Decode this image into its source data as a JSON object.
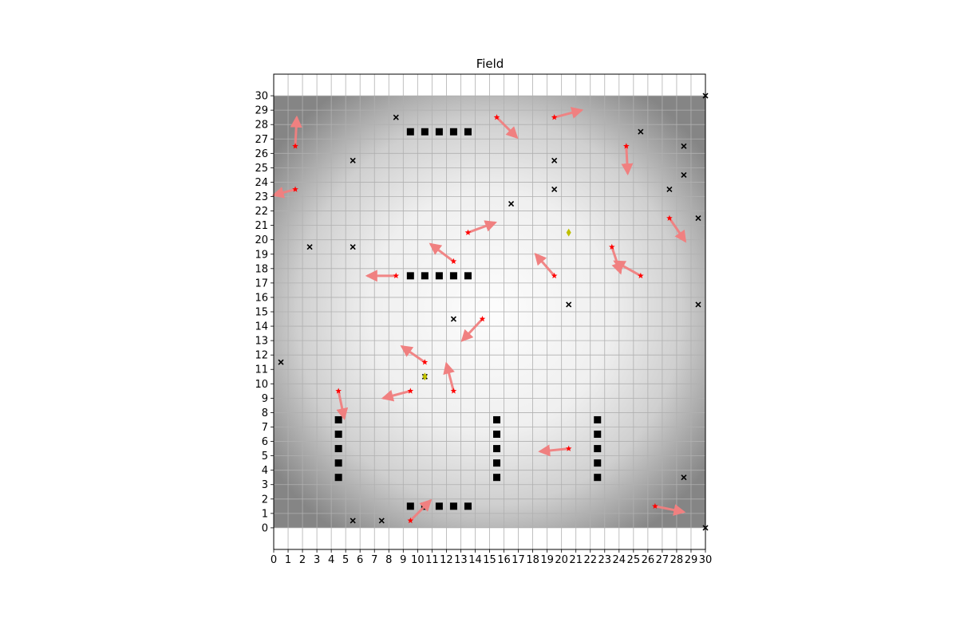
{
  "chart_data": {
    "type": "scatter",
    "title": "Field",
    "xlabel": "",
    "ylabel": "",
    "xlim": [
      0,
      30
    ],
    "ylim": [
      -1.5,
      31.5
    ],
    "xticks": [
      0,
      1,
      2,
      3,
      4,
      5,
      6,
      7,
      8,
      9,
      10,
      11,
      12,
      13,
      14,
      15,
      16,
      17,
      18,
      19,
      20,
      21,
      22,
      23,
      24,
      25,
      26,
      27,
      28,
      29,
      30
    ],
    "yticks": [
      0,
      1,
      2,
      3,
      4,
      5,
      6,
      7,
      8,
      9,
      10,
      11,
      12,
      13,
      14,
      15,
      16,
      17,
      18,
      19,
      20,
      21,
      22,
      23,
      24,
      25,
      26,
      27,
      28,
      29,
      30
    ],
    "grid": true,
    "colors": {
      "grid": "#b0b0b0",
      "obstacle": "#000000",
      "agent": "#ff0000",
      "arrow": "#f08080",
      "target": "#000000",
      "goal": "#bfbf00"
    },
    "field_shading": "grayscale, light centre and dark edges",
    "obstacles": [
      [
        9.5,
        27.5
      ],
      [
        10.5,
        27.5
      ],
      [
        11.5,
        27.5
      ],
      [
        12.5,
        27.5
      ],
      [
        13.5,
        27.5
      ],
      [
        9.5,
        17.5
      ],
      [
        10.5,
        17.5
      ],
      [
        11.5,
        17.5
      ],
      [
        12.5,
        17.5
      ],
      [
        13.5,
        17.5
      ],
      [
        9.5,
        1.5
      ],
      [
        10.5,
        1.5
      ],
      [
        11.5,
        1.5
      ],
      [
        12.5,
        1.5
      ],
      [
        13.5,
        1.5
      ],
      [
        4.5,
        7.5
      ],
      [
        4.5,
        6.5
      ],
      [
        4.5,
        5.5
      ],
      [
        4.5,
        4.5
      ],
      [
        4.5,
        3.5
      ],
      [
        15.5,
        7.5
      ],
      [
        15.5,
        6.5
      ],
      [
        15.5,
        5.5
      ],
      [
        15.5,
        4.5
      ],
      [
        15.5,
        3.5
      ],
      [
        22.5,
        7.5
      ],
      [
        22.5,
        6.5
      ],
      [
        22.5,
        5.5
      ],
      [
        22.5,
        4.5
      ],
      [
        22.5,
        3.5
      ]
    ],
    "targets": [
      [
        8.5,
        28.5
      ],
      [
        5.5,
        25.5
      ],
      [
        2.5,
        19.5
      ],
      [
        5.5,
        19.5
      ],
      [
        0.5,
        11.5
      ],
      [
        5.5,
        0.5
      ],
      [
        7.5,
        0.5
      ],
      [
        12.5,
        14.5
      ],
      [
        10.5,
        10.5
      ],
      [
        16.5,
        22.5
      ],
      [
        19.5,
        25.5
      ],
      [
        19.5,
        23.5
      ],
      [
        20.5,
        15.5
      ],
      [
        25.5,
        27.5
      ],
      [
        28.5,
        26.5
      ],
      [
        28.5,
        24.5
      ],
      [
        27.5,
        23.5
      ],
      [
        29.5,
        21.5
      ],
      [
        29.5,
        15.5
      ],
      [
        28.5,
        3.5
      ],
      [
        30,
        30
      ],
      [
        30,
        0
      ]
    ],
    "goals": [
      [
        20.5,
        20.5
      ],
      [
        10.5,
        10.5
      ]
    ],
    "agents": [
      {
        "x": 1.5,
        "y": 26.5,
        "dx": 0.1,
        "dy": 2.0
      },
      {
        "x": 1.5,
        "y": 23.5,
        "dx": -1.5,
        "dy": -0.4
      },
      {
        "x": 15.5,
        "y": 28.5,
        "dx": 1.4,
        "dy": -1.4
      },
      {
        "x": 19.5,
        "y": 28.5,
        "dx": 1.9,
        "dy": 0.5
      },
      {
        "x": 24.5,
        "y": 26.5,
        "dx": 0.1,
        "dy": -1.9
      },
      {
        "x": 13.5,
        "y": 20.5,
        "dx": 1.9,
        "dy": 0.7
      },
      {
        "x": 12.5,
        "y": 18.5,
        "dx": -1.6,
        "dy": 1.2
      },
      {
        "x": 8.5,
        "y": 17.5,
        "dx": -2.0,
        "dy": 0.0
      },
      {
        "x": 19.5,
        "y": 17.5,
        "dx": -1.3,
        "dy": 1.5
      },
      {
        "x": 23.5,
        "y": 19.5,
        "dx": 0.6,
        "dy": -1.8
      },
      {
        "x": 25.5,
        "y": 17.5,
        "dx": -1.8,
        "dy": 1.0
      },
      {
        "x": 27.5,
        "y": 21.5,
        "dx": 1.1,
        "dy": -1.6
      },
      {
        "x": 14.5,
        "y": 14.5,
        "dx": -1.4,
        "dy": -1.5
      },
      {
        "x": 10.5,
        "y": 11.5,
        "dx": -1.6,
        "dy": 1.1
      },
      {
        "x": 12.5,
        "y": 9.5,
        "dx": -0.5,
        "dy": 1.9
      },
      {
        "x": 9.5,
        "y": 9.5,
        "dx": -1.9,
        "dy": -0.5
      },
      {
        "x": 4.5,
        "y": 9.5,
        "dx": 0.4,
        "dy": -1.9
      },
      {
        "x": 20.5,
        "y": 5.5,
        "dx": -2.0,
        "dy": -0.2
      },
      {
        "x": 9.5,
        "y": 0.5,
        "dx": 1.4,
        "dy": 1.4
      },
      {
        "x": 26.5,
        "y": 1.5,
        "dx": 2.0,
        "dy": -0.4
      }
    ]
  }
}
